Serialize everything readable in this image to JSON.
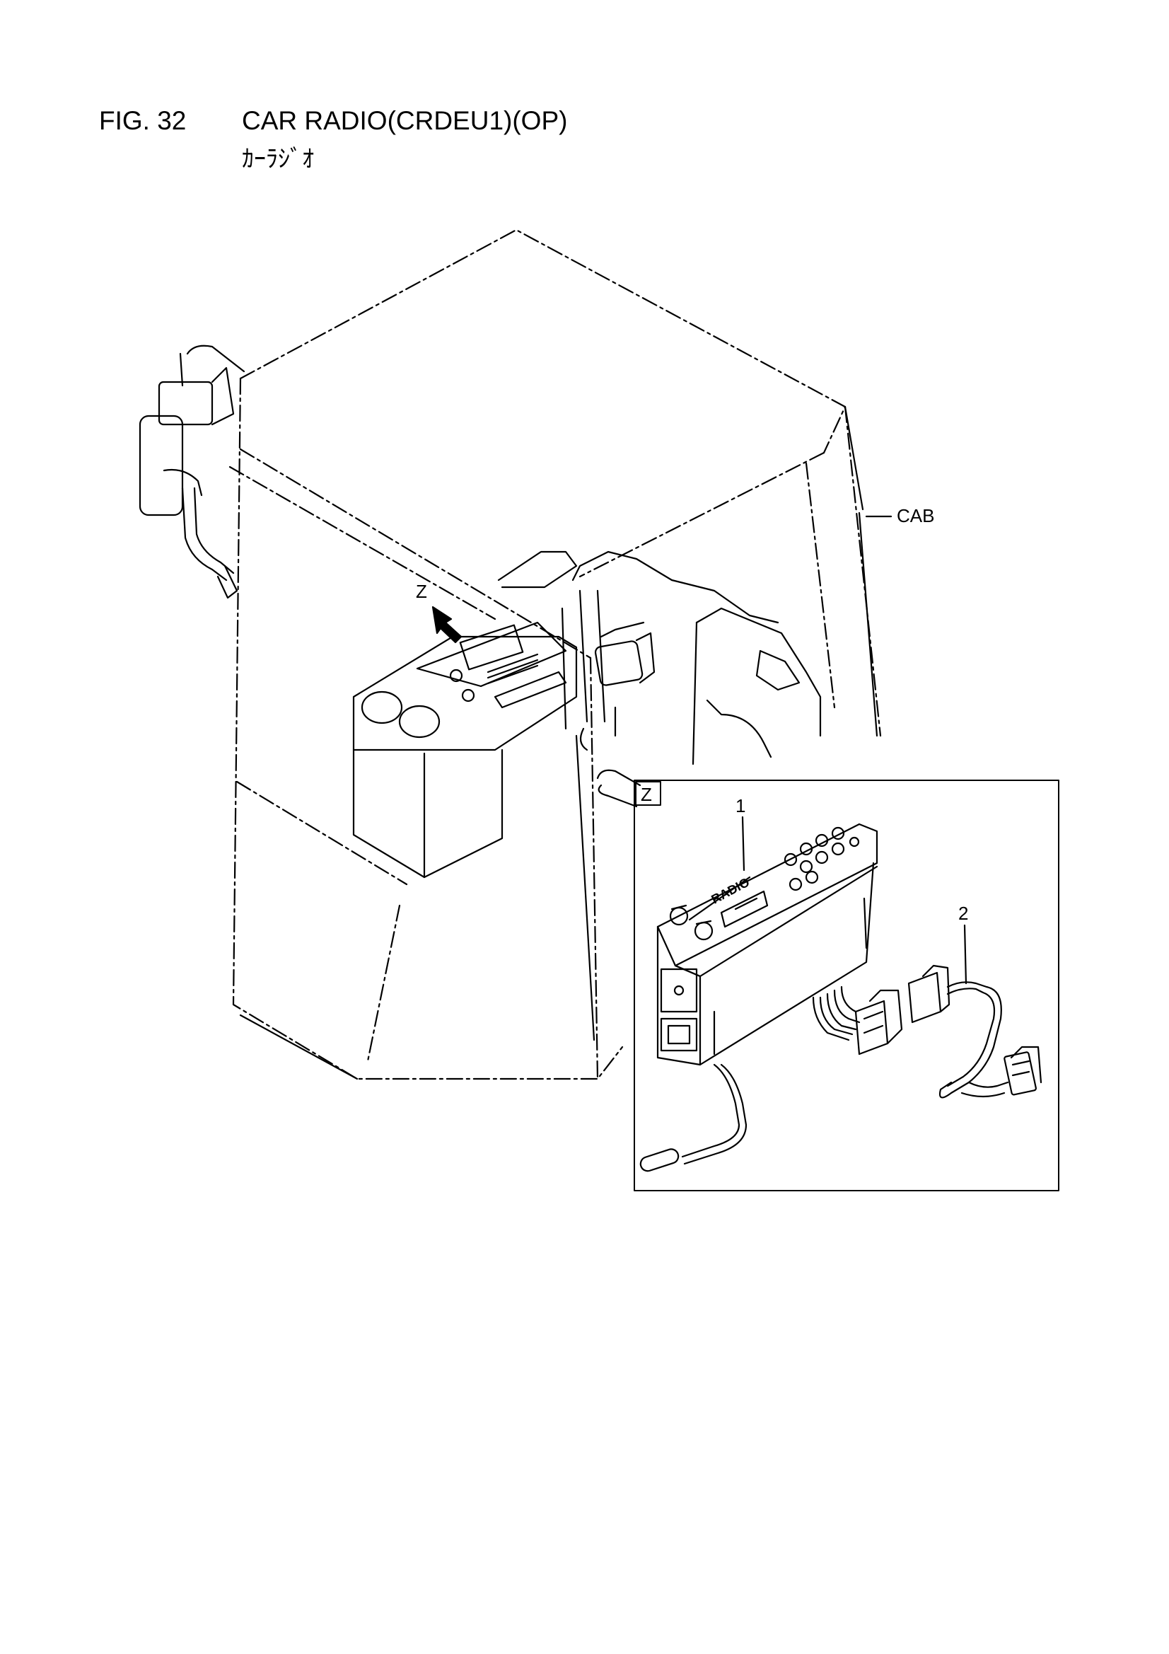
{
  "header": {
    "figure_number": "FIG. 32",
    "title": "CAR RADIO(CRDEU1)(OP)",
    "subtitle": "ｶｰﾗｼﾞｵ"
  },
  "labels": {
    "cab": "CAB",
    "view_arrow": "Z",
    "detail_view": "Z",
    "part_1": "1",
    "part_2": "2"
  },
  "radio_face_text": "RADIO"
}
